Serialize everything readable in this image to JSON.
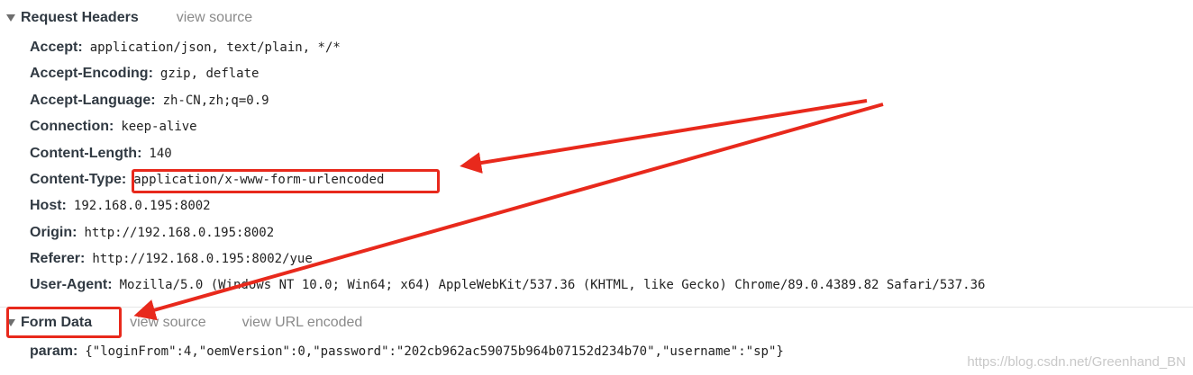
{
  "request_headers": {
    "title": "Request Headers",
    "view_source": "view source",
    "rows": [
      {
        "name": "Accept:",
        "value": "application/json, text/plain, */*"
      },
      {
        "name": "Accept-Encoding:",
        "value": "gzip, deflate"
      },
      {
        "name": "Accept-Language:",
        "value": "zh-CN,zh;q=0.9"
      },
      {
        "name": "Connection:",
        "value": "keep-alive"
      },
      {
        "name": "Content-Length:",
        "value": "140"
      },
      {
        "name": "Content-Type:",
        "value": "application/x-www-form-urlencoded"
      },
      {
        "name": "Host:",
        "value": "192.168.0.195:8002"
      },
      {
        "name": "Origin:",
        "value": "http://192.168.0.195:8002"
      },
      {
        "name": "Referer:",
        "value": "http://192.168.0.195:8002/yue"
      },
      {
        "name": "User-Agent:",
        "value": "Mozilla/5.0 (Windows NT 10.0; Win64; x64) AppleWebKit/537.36 (KHTML, like Gecko) Chrome/89.0.4389.82 Safari/537.36"
      }
    ]
  },
  "form_data": {
    "title": "Form Data",
    "view_source": "view source",
    "view_url_encoded": "view URL encoded",
    "rows": [
      {
        "name": "param:",
        "value": "{\"loginFrom\":4,\"oemVersion\":0,\"password\":\"202cb962ac59075b964b07152d234b70\",\"username\":\"sp\"}"
      }
    ]
  },
  "annotation": {
    "color": "#e8291c"
  },
  "watermark": "https://blog.csdn.net/Greenhand_BN"
}
